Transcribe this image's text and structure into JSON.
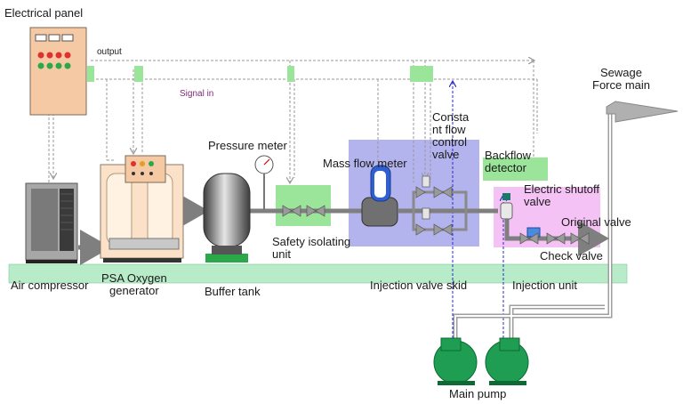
{
  "labels": {
    "electrical_panel": "Electrical panel",
    "output": "output",
    "signal_in": "Signal in",
    "sewage_force_main": "Sewage\nForce main",
    "pressure_meter": "Pressure meter",
    "mass_flow_meter": "Mass flow meter",
    "constant_flow_control_valve": "Consta\nnt flow\ncontrol\nvalve",
    "backflow_detector": "Backflow\ndetector",
    "electric_shutoff_valve": "Electric shutoff\nvalve",
    "original_valve": "Original valve",
    "check_valve": "Check valve",
    "safety_isolating_unit": "Safety isolating\nunit",
    "air_compressor": "Air compressor",
    "psa_oxygen_generator": "PSA Oxygen\ngenerator",
    "buffer_tank": "Buffer tank",
    "injection_valve_skid": "Injection valve skid",
    "injection_unit": "Injection unit",
    "main_pump": "Main pump"
  },
  "colors": {
    "panel": "#f5c9a4",
    "zone_green": "#9be59b",
    "zone_blue": "#b3b3ee",
    "zone_pink": "#f4c2f4",
    "ground": "#b8ecc8",
    "pump": "#1f9e53",
    "pipe": "#7f7f7f",
    "signal_line": "#9a9a9a",
    "pump_signal_line": "#2a2acc"
  },
  "icons": [
    "electrical-panel-icon",
    "air-compressor-icon",
    "psa-generator-icon",
    "buffer-tank-icon",
    "pressure-gauge-icon",
    "mass-flow-meter-icon",
    "valve-icon",
    "pump-icon",
    "sewage-outlet-arrow-icon"
  ]
}
